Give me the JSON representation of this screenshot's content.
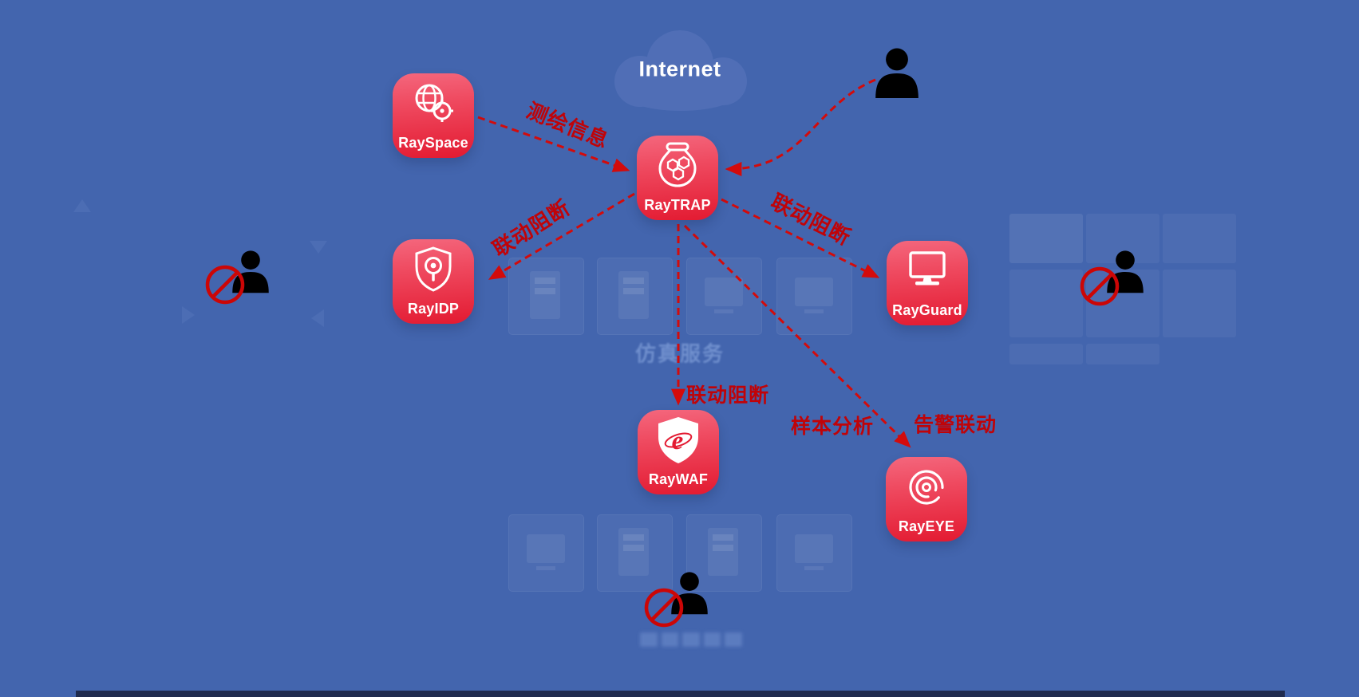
{
  "diagram_title": "Internet",
  "colors": {
    "background": "#4365ae",
    "arrow_red": "#d30b0b",
    "edge_label_red": "#c00308",
    "node_gradient_top": "#f4677d",
    "node_gradient_bottom": "#e31a31",
    "node_text": "#ffffff",
    "attacker_silhouette": "#000000",
    "no_entry_ring": "#cc0606"
  },
  "nodes": [
    {
      "id": "rayspace",
      "label": "RaySpace",
      "icon": "globe-crosshair-icon"
    },
    {
      "id": "raytrap",
      "label": "RayTRAP",
      "icon": "honeypot-jar-icon"
    },
    {
      "id": "rayidp",
      "label": "RayIDP",
      "icon": "shield-magnifier-icon"
    },
    {
      "id": "rayguard",
      "label": "RayGuard",
      "icon": "monitor-icon"
    },
    {
      "id": "raywaf",
      "label": "RayWAF",
      "icon": "shield-browser-icon"
    },
    {
      "id": "rayeye",
      "label": "RayEYE",
      "icon": "spiral-eye-icon"
    }
  ],
  "edges": [
    {
      "from": "RaySpace",
      "to": "RayTRAP",
      "label": "测绘信息"
    },
    {
      "from": "RayTRAP",
      "to": "RayIDP",
      "label": "联动阻断"
    },
    {
      "from": "RayTRAP",
      "to": "RayGuard",
      "label": "联动阻断"
    },
    {
      "from": "RayTRAP",
      "to": "RayWAF",
      "label": "联动阻断"
    },
    {
      "from": "RayTRAP",
      "to": "RayEYE",
      "label": "样本分析"
    },
    {
      "from": "RayEYE",
      "to": "RayTRAP",
      "label": "告警联动"
    },
    {
      "from": "attacker-top-right",
      "to": "RayTRAP",
      "label": ""
    }
  ],
  "attackers": [
    {
      "id": "attacker-top-right",
      "blocked": false
    },
    {
      "id": "attacker-left",
      "blocked": true
    },
    {
      "id": "attacker-right",
      "blocked": true
    },
    {
      "id": "attacker-bottom",
      "blocked": true
    }
  ],
  "ghost": {
    "service_zone_label": "仿真服务"
  }
}
